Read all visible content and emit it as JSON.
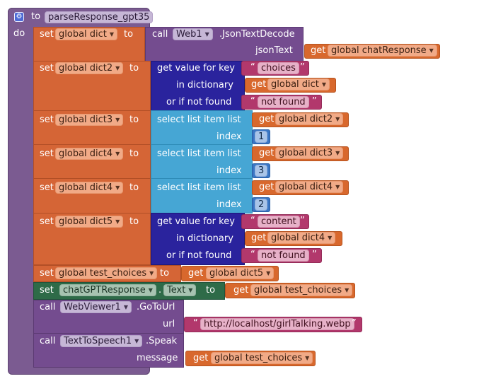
{
  "procedure": {
    "to_kw": "to",
    "name": "parseResponse_gpt35",
    "do_kw": "do",
    "gear_icon": "gear-icon"
  },
  "keywords": {
    "set": "set",
    "to": "to",
    "get": "get",
    "call": "call",
    "list": "list",
    "index": "index",
    "dot": "."
  },
  "statements": [
    {
      "var": "global dict",
      "call": {
        "component": "Web1",
        "method": ".JsonTextDecode",
        "param": "jsonText",
        "get_var": "global chatResponse"
      }
    },
    {
      "var": "global dict2",
      "lookup": {
        "header": "get value for key",
        "key": "choices",
        "in_label": "in dictionary",
        "get_var": "global dict",
        "nf_label": "or if not found",
        "not_found": "not found"
      }
    },
    {
      "var": "global dict3",
      "select": {
        "header": "select list item  list",
        "get_var": "global dict2",
        "index": "1"
      }
    },
    {
      "var": "global dict4",
      "select": {
        "header": "select list item  list",
        "get_var": "global dict3",
        "index": "3"
      }
    },
    {
      "var": "global dict4",
      "select": {
        "header": "select list item  list",
        "get_var": "global dict4",
        "index": "2"
      }
    },
    {
      "var": "global dict5",
      "lookup": {
        "header": "get value for key",
        "key": "content",
        "in_label": "in dictionary",
        "get_var": "global dict4",
        "nf_label": "or if not found",
        "not_found": "not found"
      }
    },
    {
      "var": "global test_choices",
      "get_var": "global dict5"
    },
    {
      "component": "chatGPTResponse",
      "property": "Text",
      "get_var": "global test_choices"
    },
    {
      "call": {
        "component": "WebViewer1",
        "method": ".GoToUrl",
        "param": "url",
        "text": "http://localhost/girlTalking.webp"
      }
    },
    {
      "call": {
        "component": "TextToSpeech1",
        "method": ".Speak",
        "param": "message",
        "get_var": "global test_choices"
      }
    }
  ],
  "colors": {
    "procedure": "#7b5b91",
    "variables": "#d56536",
    "dictionary": "#2a239d",
    "lists": "#46a6d4",
    "text": "#b2386c",
    "math": "#3a76c4",
    "component_setter": "#2e6b48",
    "component_call": "#744c8f"
  }
}
